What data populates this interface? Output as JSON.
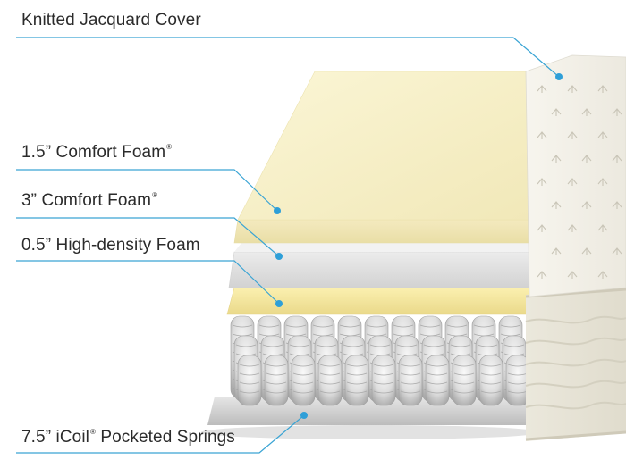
{
  "labels": {
    "cover": "Knitted Jacquard Cover",
    "comfort_15": "1.5” Comfort Foam",
    "comfort_3": "3” Comfort Foam",
    "high_density": "0.5” High-density Foam",
    "springs_prefix": "7.5” iCoil",
    "springs_suffix": " Pocketed Springs",
    "registered_mark": "®"
  },
  "colors": {
    "leader_line": "#3aa4d4",
    "dot": "#2e9fd8",
    "label_text": "#2b2b2b",
    "comfort_foam": "#f6efc6",
    "high_density_foam": "#dedede",
    "cover": "#f3f1ea",
    "springs": "#d2d2d2"
  }
}
